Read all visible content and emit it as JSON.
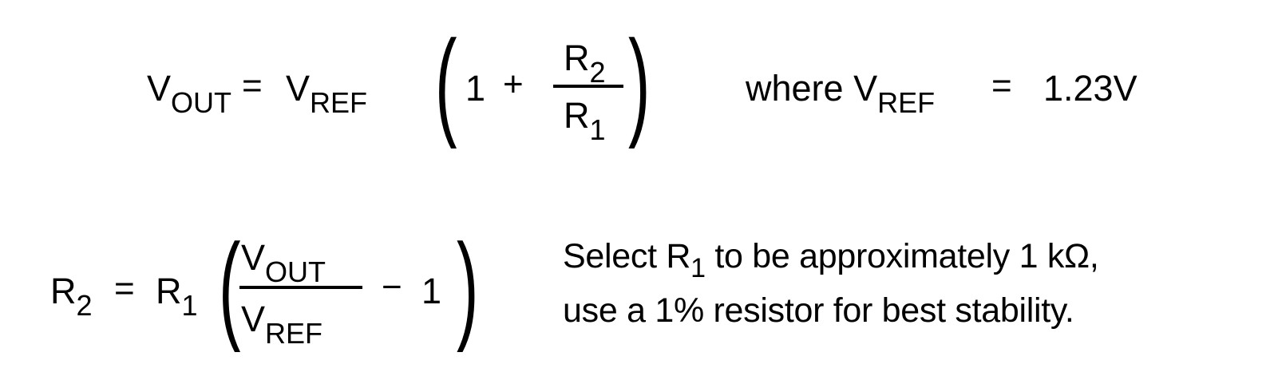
{
  "equation1": {
    "lhs": {
      "symbol": "V",
      "subscript": "OUT"
    },
    "equals": "=",
    "factor": {
      "symbol": "V",
      "subscript": "REF"
    },
    "open_paren": "(",
    "one": "1",
    "plus": "+",
    "fraction": {
      "numerator": {
        "symbol": "R",
        "subscript": "2"
      },
      "denominator": {
        "symbol": "R",
        "subscript": "1"
      }
    },
    "close_paren": ")",
    "where_clause": {
      "word": "where",
      "symbol": "V",
      "subscript": "REF",
      "equals": "=",
      "value": "1.23V"
    }
  },
  "equation2": {
    "lhs": {
      "symbol": "R",
      "subscript": "2"
    },
    "equals": "=",
    "factor": {
      "symbol": "R",
      "subscript": "1"
    },
    "open_paren": "(",
    "fraction": {
      "numerator": {
        "symbol": "V",
        "subscript": "OUT"
      },
      "denominator": {
        "symbol": "V",
        "subscript": "REF"
      }
    },
    "minus": "−",
    "one": "1",
    "close_paren": ")"
  },
  "note": {
    "line1_prefix": "Select R",
    "line1_subscript": "1",
    "line1_suffix": " to be approximately 1 kΩ,",
    "line2": "use a 1% resistor for best stability."
  }
}
